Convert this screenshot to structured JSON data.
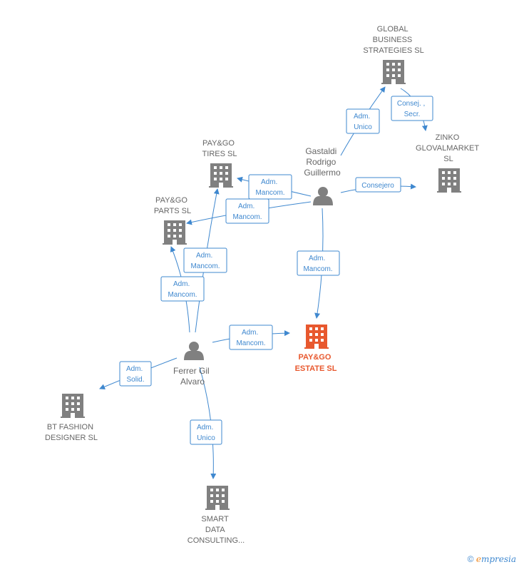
{
  "colors": {
    "edge": "#3f88cf",
    "company": "#808080",
    "main_company": "#e8582e",
    "person": "#808080"
  },
  "nodes": {
    "global": {
      "label": [
        "GLOBAL",
        "BUSINESS",
        "STRATEGIES SL"
      ],
      "kind": "company"
    },
    "zinko": {
      "label": [
        "ZINKO",
        "GLOVALMARKET",
        "SL"
      ],
      "kind": "company"
    },
    "tires": {
      "label": [
        "PAY&GO",
        "TIRES  SL"
      ],
      "kind": "company"
    },
    "parts": {
      "label": [
        "PAY&GO",
        "PARTS  SL"
      ],
      "kind": "company"
    },
    "estate": {
      "label": [
        "PAY&GO",
        "ESTATE  SL"
      ],
      "kind": "main-company"
    },
    "btfashion": {
      "label": [
        "BT FASHION",
        "DESIGNER  SL"
      ],
      "kind": "company"
    },
    "smart": {
      "label": [
        "SMART",
        "DATA",
        "CONSULTING..."
      ],
      "kind": "company"
    },
    "gastaldi": {
      "label": [
        "Gastaldi",
        "Rodrigo",
        "Guillermo"
      ],
      "kind": "person"
    },
    "ferrer": {
      "label": [
        "Ferrer Gil",
        "Alvaro"
      ],
      "kind": "person"
    }
  },
  "edges": [
    {
      "id": "gastaldi-global",
      "label": [
        "Adm.",
        "Unico"
      ]
    },
    {
      "id": "global-zinko",
      "label": [
        "Consej. ,",
        "Secr."
      ]
    },
    {
      "id": "gastaldi-tires",
      "label": [
        "Adm.",
        "Mancom."
      ]
    },
    {
      "id": "gastaldi-parts",
      "label": [
        "Adm.",
        "Mancom."
      ]
    },
    {
      "id": "gastaldi-zinko",
      "label": [
        "Consejero"
      ]
    },
    {
      "id": "gastaldi-estate",
      "label": [
        "Adm.",
        "Mancom."
      ]
    },
    {
      "id": "ferrer-tires",
      "label": [
        "Adm.",
        "Mancom."
      ]
    },
    {
      "id": "ferrer-parts",
      "label": [
        "Adm.",
        "Mancom."
      ]
    },
    {
      "id": "ferrer-estate",
      "label": [
        "Adm.",
        "Mancom."
      ]
    },
    {
      "id": "ferrer-btfashion",
      "label": [
        "Adm.",
        "Solid."
      ]
    },
    {
      "id": "ferrer-smart",
      "label": [
        "Adm.",
        "Unico"
      ]
    }
  ],
  "footer": {
    "copyright": "©",
    "brand_initial": "e",
    "brand_rest": "mpresia"
  }
}
